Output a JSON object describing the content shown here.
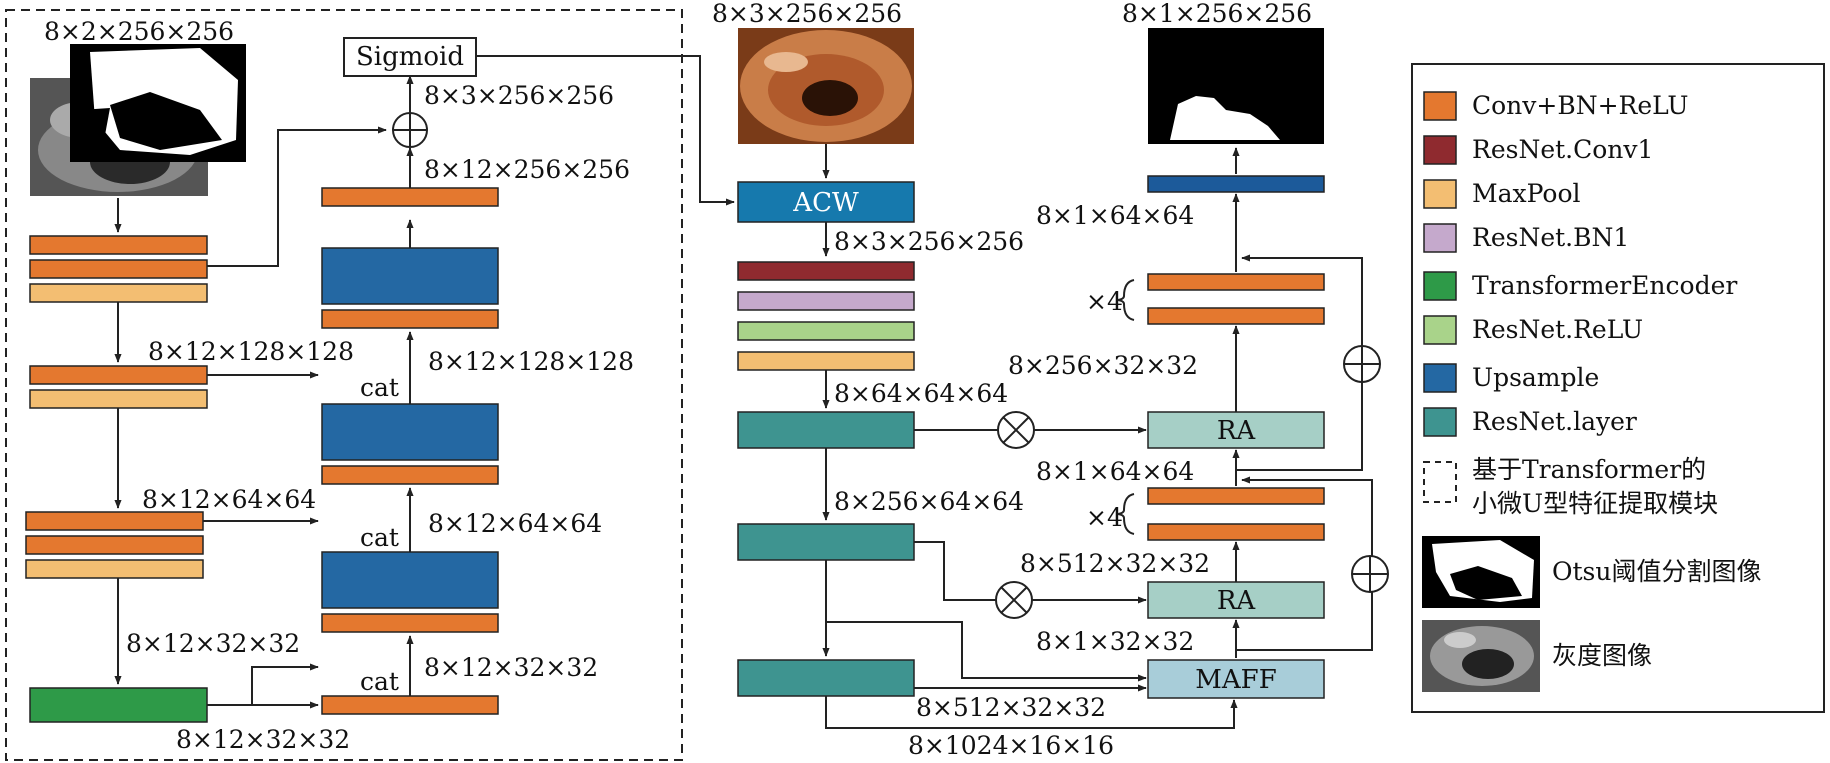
{
  "colors": {
    "conv_bn_relu": "#E4782F",
    "resnet_conv1": "#8F2A2F",
    "maxpool": "#F3BE72",
    "resnet_bn1": "#C5A9CC",
    "transformer_encoder": "#2E9A48",
    "resnet_relu": "#A9D38A",
    "upsample": "#2468A3",
    "resnet_layer": "#3E9490",
    "acw": "#1679AD",
    "ra": "#A6CFC6",
    "maff": "#A8CDD9",
    "output_head": "#1C5A9A"
  },
  "legend": {
    "items": [
      {
        "label": "Conv+BN+ReLU",
        "color": "#E4782F"
      },
      {
        "label": "ResNet.Conv1",
        "color": "#8F2A2F"
      },
      {
        "label": "MaxPool",
        "color": "#F3BE72"
      },
      {
        "label": "ResNet.BN1",
        "color": "#C5A9CC"
      },
      {
        "label": "TransformerEncoder",
        "color": "#2E9A48"
      },
      {
        "label": "ResNet.ReLU",
        "color": "#A9D38A"
      },
      {
        "label": "Upsample",
        "color": "#2468A3"
      },
      {
        "label": "ResNet.layer",
        "color": "#3E9490"
      }
    ],
    "dashed_label_line1": "基于Transformer的",
    "dashed_label_line2": "小微U型特征提取模块",
    "otsu_label": "Otsu阈值分割图像",
    "gray_label": "灰度图像"
  },
  "left_module": {
    "input_dim": "8×2×256×256",
    "sigmoid": "Sigmoid",
    "dim_after_add": "8×3×256×256",
    "dim_top_conv": "8×12×256×256",
    "dim_enc2_in": "8×12×128×128",
    "dim_dec2": "8×12×128×128",
    "dim_enc3_in": "8×12×64×64",
    "dim_dec3": "8×12×64×64",
    "dim_trans_in": "8×12×32×32",
    "dim_dec4": "8×12×32×32",
    "dim_trans_out": "8×12×32×32",
    "cat1": "cat",
    "cat2": "cat",
    "cat3": "cat"
  },
  "middle": {
    "input_dim": "8×3×256×256",
    "acw": "ACW",
    "dim_after_acw": "8×3×256×256",
    "dim_layer1": "8×64×64×64",
    "dim_layer2": "8×256×64×64",
    "dim_layer3": "8×512×32×32",
    "dim_bottom": "8×1024×16×16"
  },
  "right": {
    "output_dim": "8×1×256×256",
    "dim_head": "8×1×64×64",
    "times4_top": "×4",
    "dim_ra_top_out": "8×256×32×32",
    "ra_top": "RA",
    "dim_ra_bottom_in": "8×1×64×64",
    "times4_bottom": "×4",
    "dim_ra_bottom_out": "8×512×32×32",
    "ra_bottom": "RA",
    "dim_maff_out": "8×1×32×32",
    "maff": "MAFF"
  }
}
